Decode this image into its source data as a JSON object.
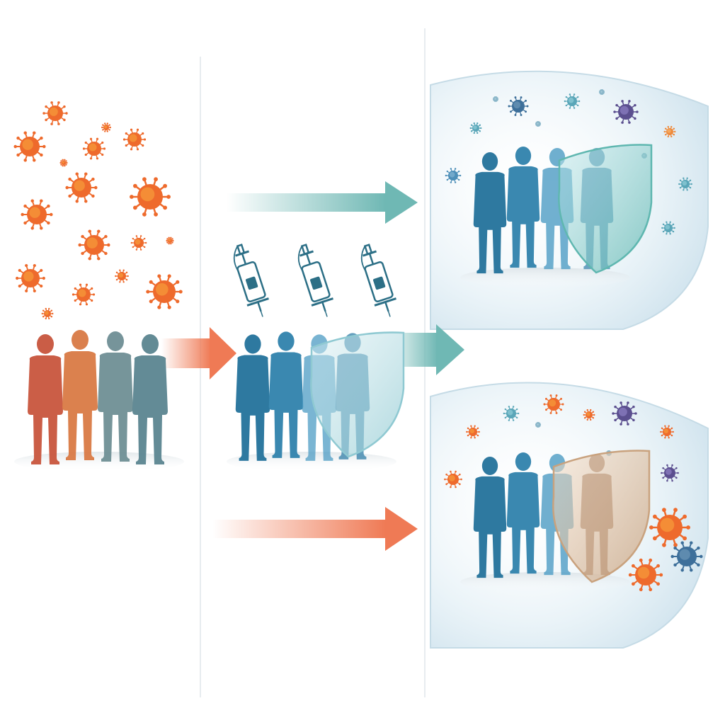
{
  "panels": [
    {
      "id": "exposed-population",
      "figures": 4,
      "figure_colors": [
        "#c8553d",
        "#d97a45",
        "#6f8f95",
        "#5b8590"
      ],
      "virus_count": 17
    },
    {
      "id": "vaccinated-population",
      "figures": 4,
      "vaccine_count": 3,
      "shield_color": "#8fc9d2"
    },
    {
      "id": "protected-outcome",
      "figures": 4,
      "shield_color": "#5fb7b0",
      "bubble_virus_count": 12
    },
    {
      "id": "waning-outcome",
      "figures": 4,
      "shield_color": "#c9a27e",
      "bubble_virus_count": 14
    }
  ],
  "arrows": [
    {
      "id": "arrow-exposure-to-vaccination",
      "color": "#ef7a55"
    },
    {
      "id": "arrow-to-protected",
      "color": "#6fb8b4"
    },
    {
      "id": "arrow-vaccinated-to-outcomes",
      "color": "#6fb8b4"
    },
    {
      "id": "arrow-to-waning",
      "color": "#ef7a55"
    }
  ],
  "colors": {
    "virus_orange": "#ee6a2c",
    "virus_core": "#f59a3a",
    "person_blue": "#2e79a0",
    "person_blue_light": "#4d9cc4",
    "syringe": "#2c6f86",
    "bubble": "#d7e9f2",
    "divider": "#dfe6ea"
  }
}
